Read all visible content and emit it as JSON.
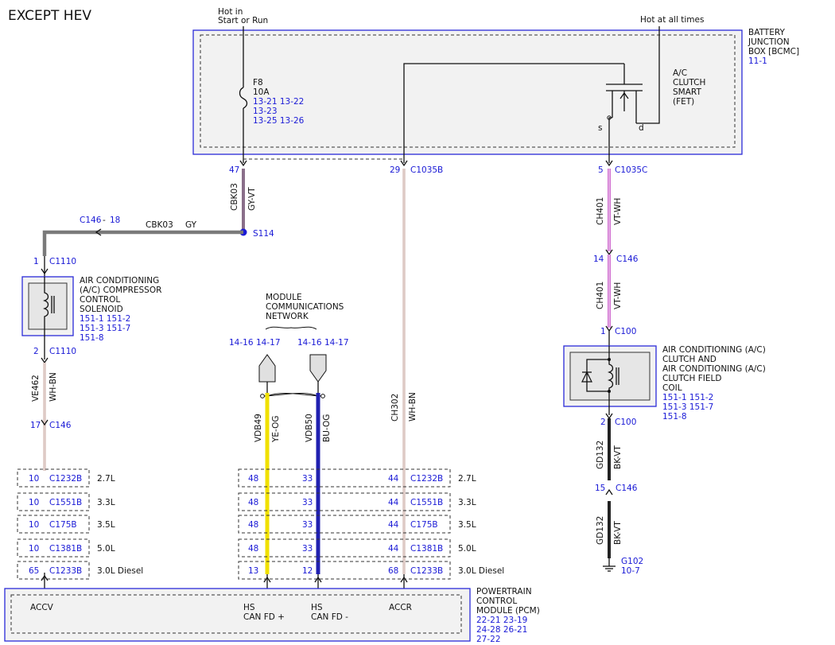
{
  "title": "EXCEPT HEV",
  "sources": {
    "hot_start_run": [
      "Hot in",
      "Start or Run"
    ],
    "hot_at_all_times": "Hot at all times"
  },
  "battery_junction_box": {
    "name_lines": [
      "BATTERY",
      "JUNCTION",
      "BOX [BCMC]"
    ],
    "ref": "11-1",
    "fuse": {
      "name": "F8",
      "rating": "10A",
      "refs": [
        "13-21 13-22",
        "13-23",
        "13-25 13-26"
      ]
    },
    "fet": {
      "name_lines": [
        "A/C",
        "CLUTCH",
        "SMART",
        "(FET)"
      ],
      "source_label": "s",
      "drain_label": "d"
    }
  },
  "connectors": {
    "bjb_47": {
      "pin": "47"
    },
    "bjb_29": {
      "pin": "29",
      "name": "C1035B"
    },
    "bjb_5": {
      "pin": "5",
      "name": "C1035C"
    },
    "c146_18": {
      "name": "C146",
      "pin": "18"
    },
    "s114": "S114",
    "c1110_1": {
      "pin": "1",
      "name": "C1110"
    },
    "c1110_2": {
      "pin": "2",
      "name": "C1110"
    },
    "c146_17": {
      "pin": "17",
      "name": "C146"
    },
    "c146_14": {
      "pin": "14",
      "name": "C146"
    },
    "c100_1": {
      "pin": "1",
      "name": "C100"
    },
    "c100_2": {
      "pin": "2",
      "name": "C100"
    },
    "c146_15": {
      "pin": "15",
      "name": "C146"
    }
  },
  "wires": {
    "cbk03_vertical": {
      "circuit": "CBK03",
      "color": "GY-VT"
    },
    "cbk03_horizontal": {
      "circuit": "CBK03",
      "color": "GY"
    },
    "ve462": {
      "circuit": "VE462",
      "color": "WH-BN"
    },
    "vdb49": {
      "circuit": "VDB49",
      "color": "YE-OG"
    },
    "vdb50": {
      "circuit": "VDB50",
      "color": "BU-OG"
    },
    "ch302": {
      "circuit": "CH302",
      "color": "WH-BN"
    },
    "ch401_upper": {
      "circuit": "CH401",
      "color": "VT-WH"
    },
    "ch401_lower": {
      "circuit": "CH401",
      "color": "VT-WH"
    },
    "gd132_upper": {
      "circuit": "GD132",
      "color": "BK-VT"
    },
    "gd132_lower": {
      "circuit": "GD132",
      "color": "BK-VT"
    }
  },
  "compressor_solenoid": {
    "name_lines": [
      "AIR CONDITIONING",
      "(A/C) COMPRESSOR",
      "CONTROL",
      "SOLENOID"
    ],
    "refs": [
      "151-1 151-2",
      "151-3 151-7",
      "151-8"
    ]
  },
  "clutch_coil": {
    "name_lines": [
      "AIR CONDITIONING (A/C)",
      "CLUTCH AND",
      "AIR CONDITIONING (A/C)",
      "CLUTCH FIELD",
      "COIL"
    ],
    "refs": [
      "151-1 151-2",
      "151-3 151-7",
      "151-8"
    ]
  },
  "network": {
    "name_lines": [
      "MODULE",
      "COMMUNICATIONS",
      "NETWORK"
    ],
    "left_refs": [
      "14-16",
      "14-17"
    ],
    "right_refs": [
      "14-16",
      "14-17"
    ]
  },
  "pcm_connector_rows": [
    {
      "left_pin": "10",
      "left_name": "C1232B",
      "left_engine": "2.7L",
      "pin_48": "48",
      "pin_33": "33",
      "pin_44": "44",
      "right_name": "C1232B",
      "right_engine": "2.7L"
    },
    {
      "left_pin": "10",
      "left_name": "C1551B",
      "left_engine": "3.3L",
      "pin_48": "48",
      "pin_33": "33",
      "pin_44": "44",
      "right_name": "C1551B",
      "right_engine": "3.3L"
    },
    {
      "left_pin": "10",
      "left_name": "C175B",
      "left_engine": "3.5L",
      "pin_48": "48",
      "pin_33": "33",
      "pin_44": "44",
      "right_name": "C175B",
      "right_engine": "3.5L"
    },
    {
      "left_pin": "10",
      "left_name": "C1381B",
      "left_engine": "5.0L",
      "pin_48": "48",
      "pin_33": "33",
      "pin_44": "44",
      "right_name": "C1381B",
      "right_engine": "5.0L"
    },
    {
      "left_pin": "65",
      "left_name": "C1233B",
      "left_engine": "3.0L Diesel",
      "pin_48": "13",
      "pin_33": "12",
      "pin_44": "68",
      "right_name": "C1233B",
      "right_engine": "3.0L Diesel"
    }
  ],
  "pcm": {
    "name_lines": [
      "POWERTRAIN",
      "CONTROL",
      "MODULE (PCM)"
    ],
    "refs": [
      "22-21 23-19",
      "24-28 26-21",
      "27-22"
    ],
    "pins": {
      "accv": "ACCV",
      "hs_can_plus": [
        "HS",
        "CAN FD +"
      ],
      "hs_can_minus": [
        "HS",
        "CAN FD -"
      ],
      "accr": "ACCR"
    }
  },
  "ground": {
    "name": "G102",
    "ref": "10-7"
  },
  "colors": {
    "label_blue": "#1a1ad6",
    "box_blue": "#2b2bd8",
    "gray_wire": "#7a7a7a",
    "yellow_wire": "#f0e000",
    "blue_wire": "#2020b0",
    "violet_wire": "#d070d0",
    "white_brown_wire": "#c8a8a0",
    "black_violet_wire": "#222222"
  }
}
